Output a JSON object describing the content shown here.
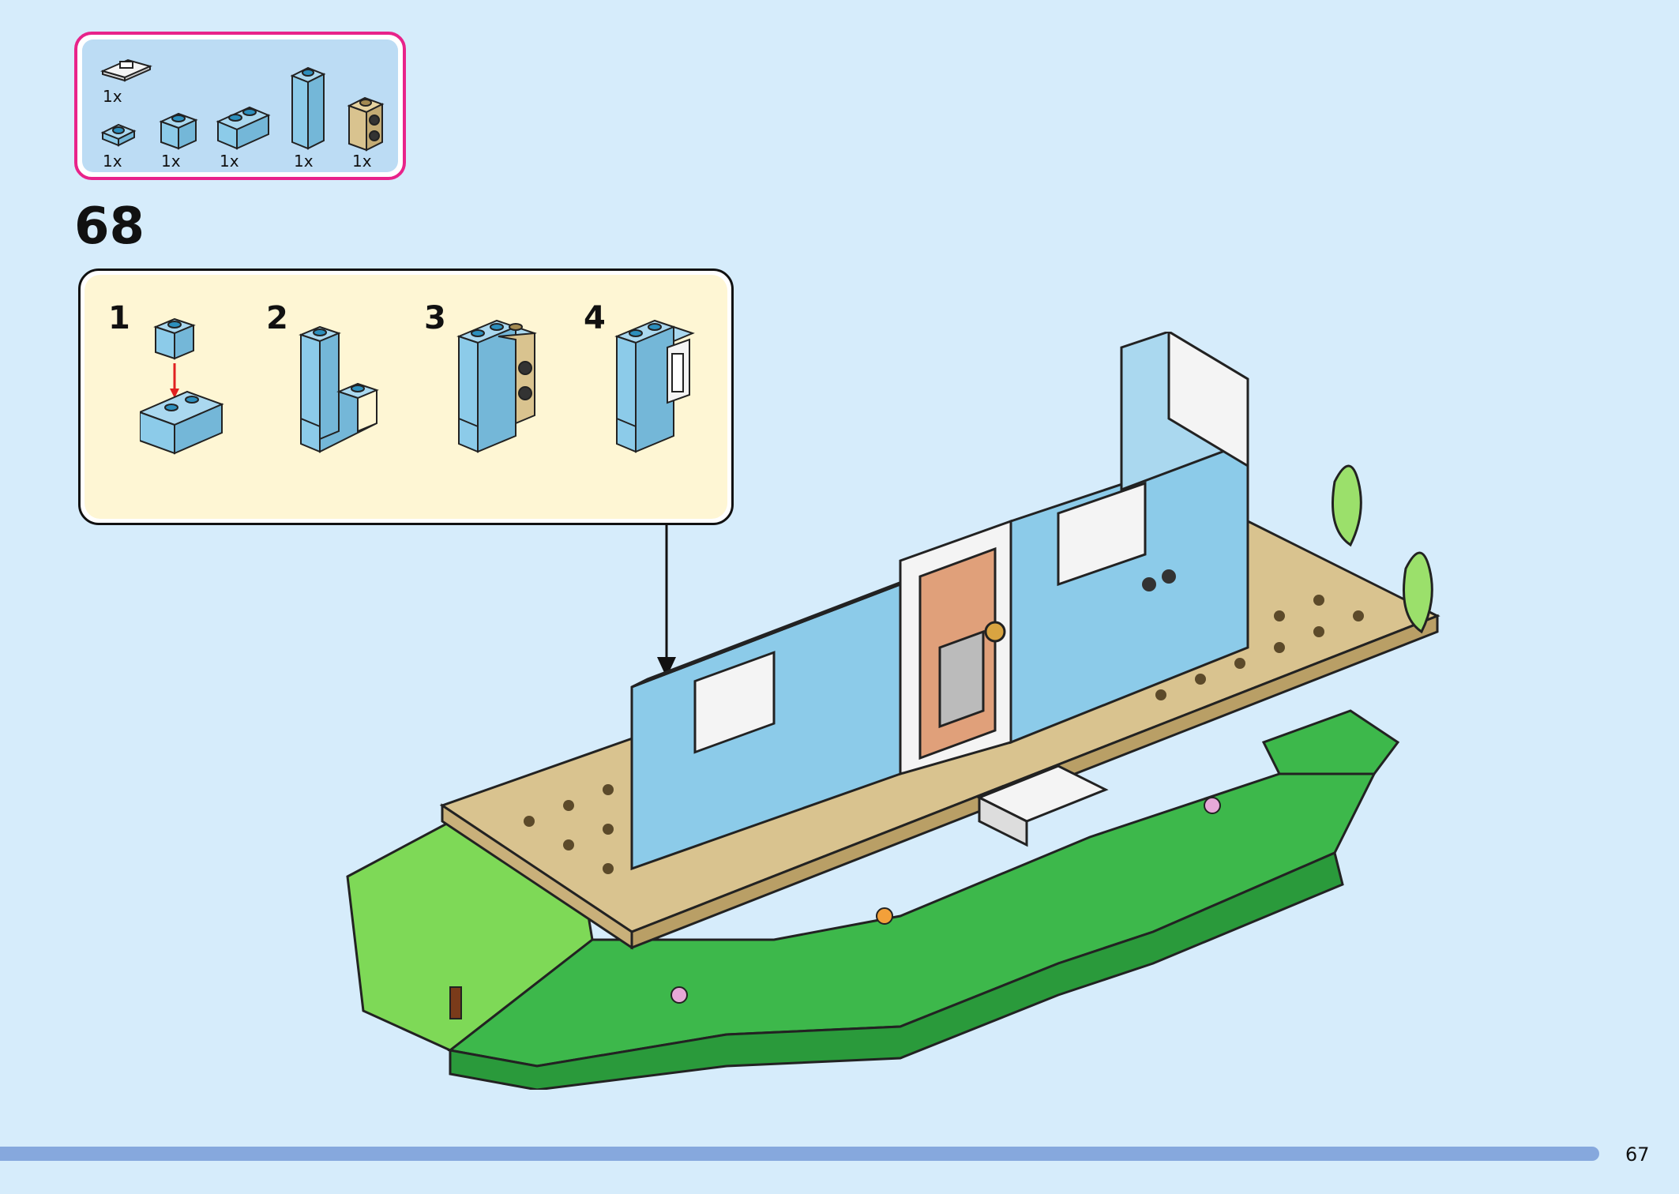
{
  "parts_callout": {
    "items": [
      {
        "name": "white-plate-1x2-with-clip",
        "qty": "1x"
      },
      {
        "name": "blue-plate-1x1",
        "qty": "1x"
      },
      {
        "name": "blue-brick-1x1",
        "qty": "1x"
      },
      {
        "name": "blue-brick-1x2",
        "qty": "1x"
      },
      {
        "name": "blue-brick-1x1x3",
        "qty": "1x"
      },
      {
        "name": "tan-brick-1x1-studs-on-side",
        "qty": "1x"
      }
    ]
  },
  "step": {
    "number": "68",
    "substeps": [
      {
        "number": "1"
      },
      {
        "number": "2"
      },
      {
        "number": "3"
      },
      {
        "number": "4"
      }
    ]
  },
  "colors": {
    "background": "#d6ecfb",
    "parts_border": "#e8238a",
    "substep_bg": "#fef6d4",
    "brick_blue": "#8ccbe9",
    "brick_tan": "#d9c38f",
    "grass_green": "#3db84b",
    "progress": "#86a8dd"
  },
  "page": {
    "number": "67"
  }
}
